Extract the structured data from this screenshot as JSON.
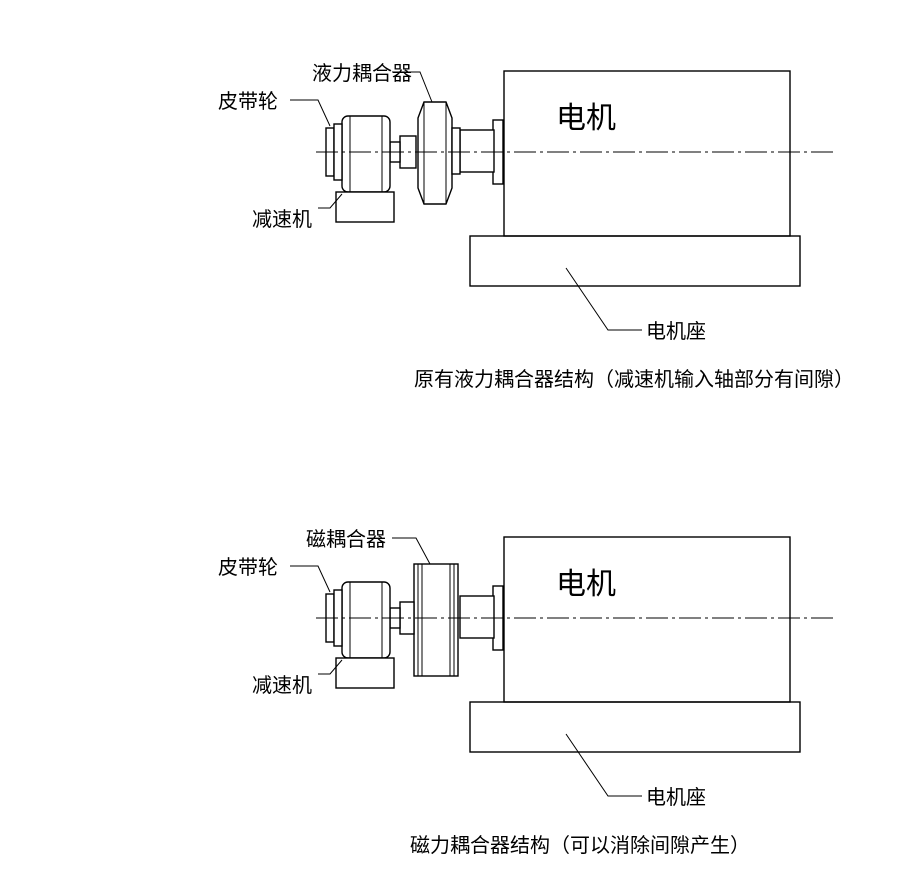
{
  "top": {
    "labels": {
      "pulley": "皮带轮",
      "coupler": "液力耦合器",
      "reducer": "减速机",
      "motor": "电机",
      "motor_base": "电机座"
    },
    "caption": "原有液力耦合器结构（减速机输入轴部分有间隙）"
  },
  "bottom": {
    "labels": {
      "pulley": "皮带轮",
      "coupler": "磁耦合器",
      "reducer": "减速机",
      "motor": "电机",
      "motor_base": "电机座"
    },
    "caption": "磁力耦合器结构（可以消除间隙产生）"
  }
}
